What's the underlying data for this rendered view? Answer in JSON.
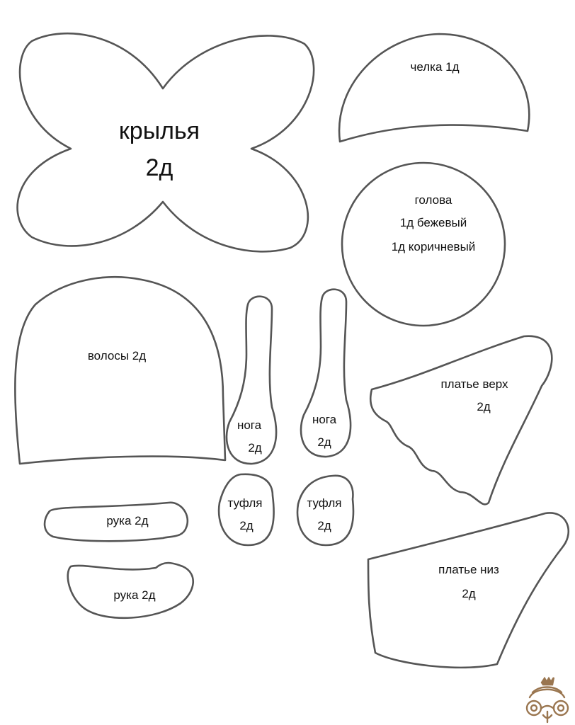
{
  "pieces": {
    "wings": {
      "name": "крылья",
      "count": "2д"
    },
    "bangs": {
      "label": "челка 1д"
    },
    "head": {
      "name": "голова",
      "line1": "1д бежевый",
      "line2": "1д коричневый"
    },
    "hair": {
      "label": "волосы 2д"
    },
    "leg_left": {
      "name": "нога",
      "count": "2д"
    },
    "leg_right": {
      "name": "нога",
      "count": "2д"
    },
    "shoe_left": {
      "name": "туфля",
      "count": "2д"
    },
    "shoe_right": {
      "name": "туфля",
      "count": "2д"
    },
    "arm_top": {
      "label": "рука 2д"
    },
    "arm_bottom": {
      "label": "рука 2д"
    },
    "dress_top": {
      "name": "платье верх",
      "count": "2д"
    },
    "dress_bottom": {
      "name": "платье низ",
      "count": "2д"
    }
  },
  "colors": {
    "outline": "#555555",
    "logo": "#9a7650"
  }
}
